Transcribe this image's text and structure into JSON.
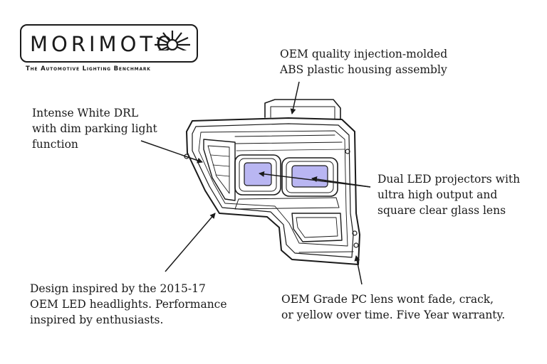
{
  "brand": {
    "name": "MORIMOTO",
    "tagline": "The Automotive Lighting Benchmark"
  },
  "callouts": {
    "housing": [
      "OEM quality injection-molded",
      "ABS plastic housing assembly"
    ],
    "drl": [
      "Intense White DRL",
      "with dim parking light",
      "function"
    ],
    "projectors": [
      "Dual LED projectors with",
      "ultra high output and",
      "square clear glass lens"
    ],
    "design": [
      "Design inspired by the 2015-17",
      "OEM LED headlights. Performance",
      "inspired by enthusiasts."
    ],
    "lens": [
      "OEM Grade PC lens wont fade, crack,",
      "or yellow over time. Five Year warranty."
    ]
  },
  "colors": {
    "lens_fill": "#b9b6f2",
    "outline": "#1a1a1a"
  },
  "icons": [
    "sun-icon",
    "headlight-illustration"
  ]
}
